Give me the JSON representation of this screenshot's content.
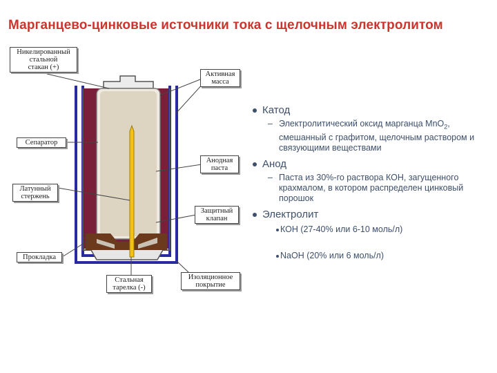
{
  "title": "Марганцево-цинковые источники тока с щелочным электролитом",
  "diagram_labels": {
    "nickel_cup": "Никелированный\nстальной\nстакан (+)",
    "active_mass": "Активная\nмасса",
    "separator": "Сепаратор",
    "anode_paste": "Анодная\nпаста",
    "brass_rod": "Латунный\nстержень",
    "safety_valve": "Защитный\nклапан",
    "gasket": "Прокладка",
    "steel_plate": "Стальная\nтарелка (-)",
    "insulating_coating": "Изоляционное\nпокрытие"
  },
  "info": {
    "cathode": {
      "heading": "Катод",
      "text_before": "Электролитический оксид марганца MnO",
      "subscript": "2",
      "text_after": ", смешанный с графитом, щелочным раствором и связующими веществами"
    },
    "anode": {
      "heading": "Анод",
      "text": "Паста из 30%-го раствора КОН, загущенного крахмалом, в котором распределен цинковый порошок"
    },
    "electrolyte": {
      "heading": "Электролит",
      "koh": "КОН (27-40% или 6-10 моль/л)",
      "naoh": "NaOH (20% или 6 моль/л)"
    }
  },
  "colors": {
    "title": "#c8362f",
    "outer_case": "#2a2aa0",
    "cathode_mass": "#7a1f3a",
    "anode_paste": "#ddd5c2",
    "rod": "#f2c21a",
    "gasket": "#6b3a1c",
    "text": "#3d4f6b"
  }
}
